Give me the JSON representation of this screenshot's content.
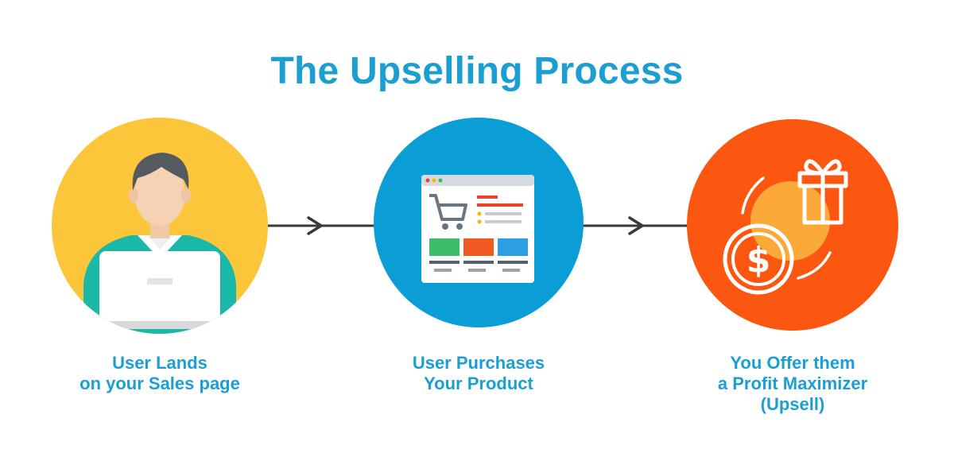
{
  "title": "The Upselling Process",
  "colors": {
    "accent": "#1b9fd2",
    "step1_bg": "#fcc63b",
    "step2_bg": "#0b9ed6",
    "step3_bg": "#fb5710",
    "arrow": "#3a3a3a"
  },
  "steps": [
    {
      "icon": "person-with-laptop-icon",
      "lines": [
        "User Lands",
        "on your Sales page"
      ]
    },
    {
      "icon": "shopping-page-icon",
      "lines": [
        "User Purchases",
        "Your Product"
      ]
    },
    {
      "icon": "gift-and-dollar-icon",
      "lines": [
        "You Offer them",
        "a Profit Maximizer",
        "(Upsell)"
      ]
    }
  ]
}
